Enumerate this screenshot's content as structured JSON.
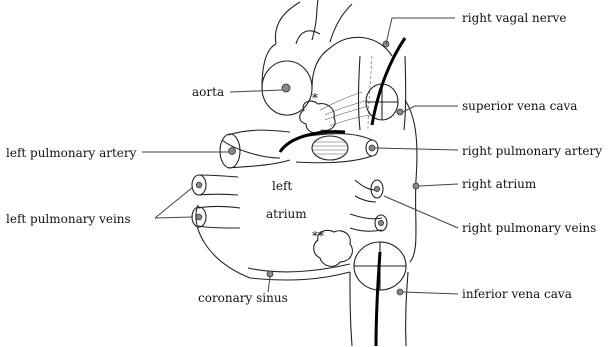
{
  "labels": {
    "aorta": "aorta",
    "left_pulmonary_artery": "left pulmonary artery",
    "left_pulmonary_veins": "left pulmonary veins",
    "left_atrium_line1": "left",
    "left_atrium_line2": "atrium",
    "coronary_sinus": "coronary sinus",
    "right_vagal_nerve": "right vagal nerve",
    "superior_vena_cava": "superior vena cava",
    "right_pulmonary_artery": "right pulmonary artery",
    "right_atrium": "right atrium",
    "right_pulmonary_veins": "right pulmonary veins",
    "inferior_vena_cava": "inferior vena cava",
    "marker_single": "*",
    "marker_double": "**"
  }
}
